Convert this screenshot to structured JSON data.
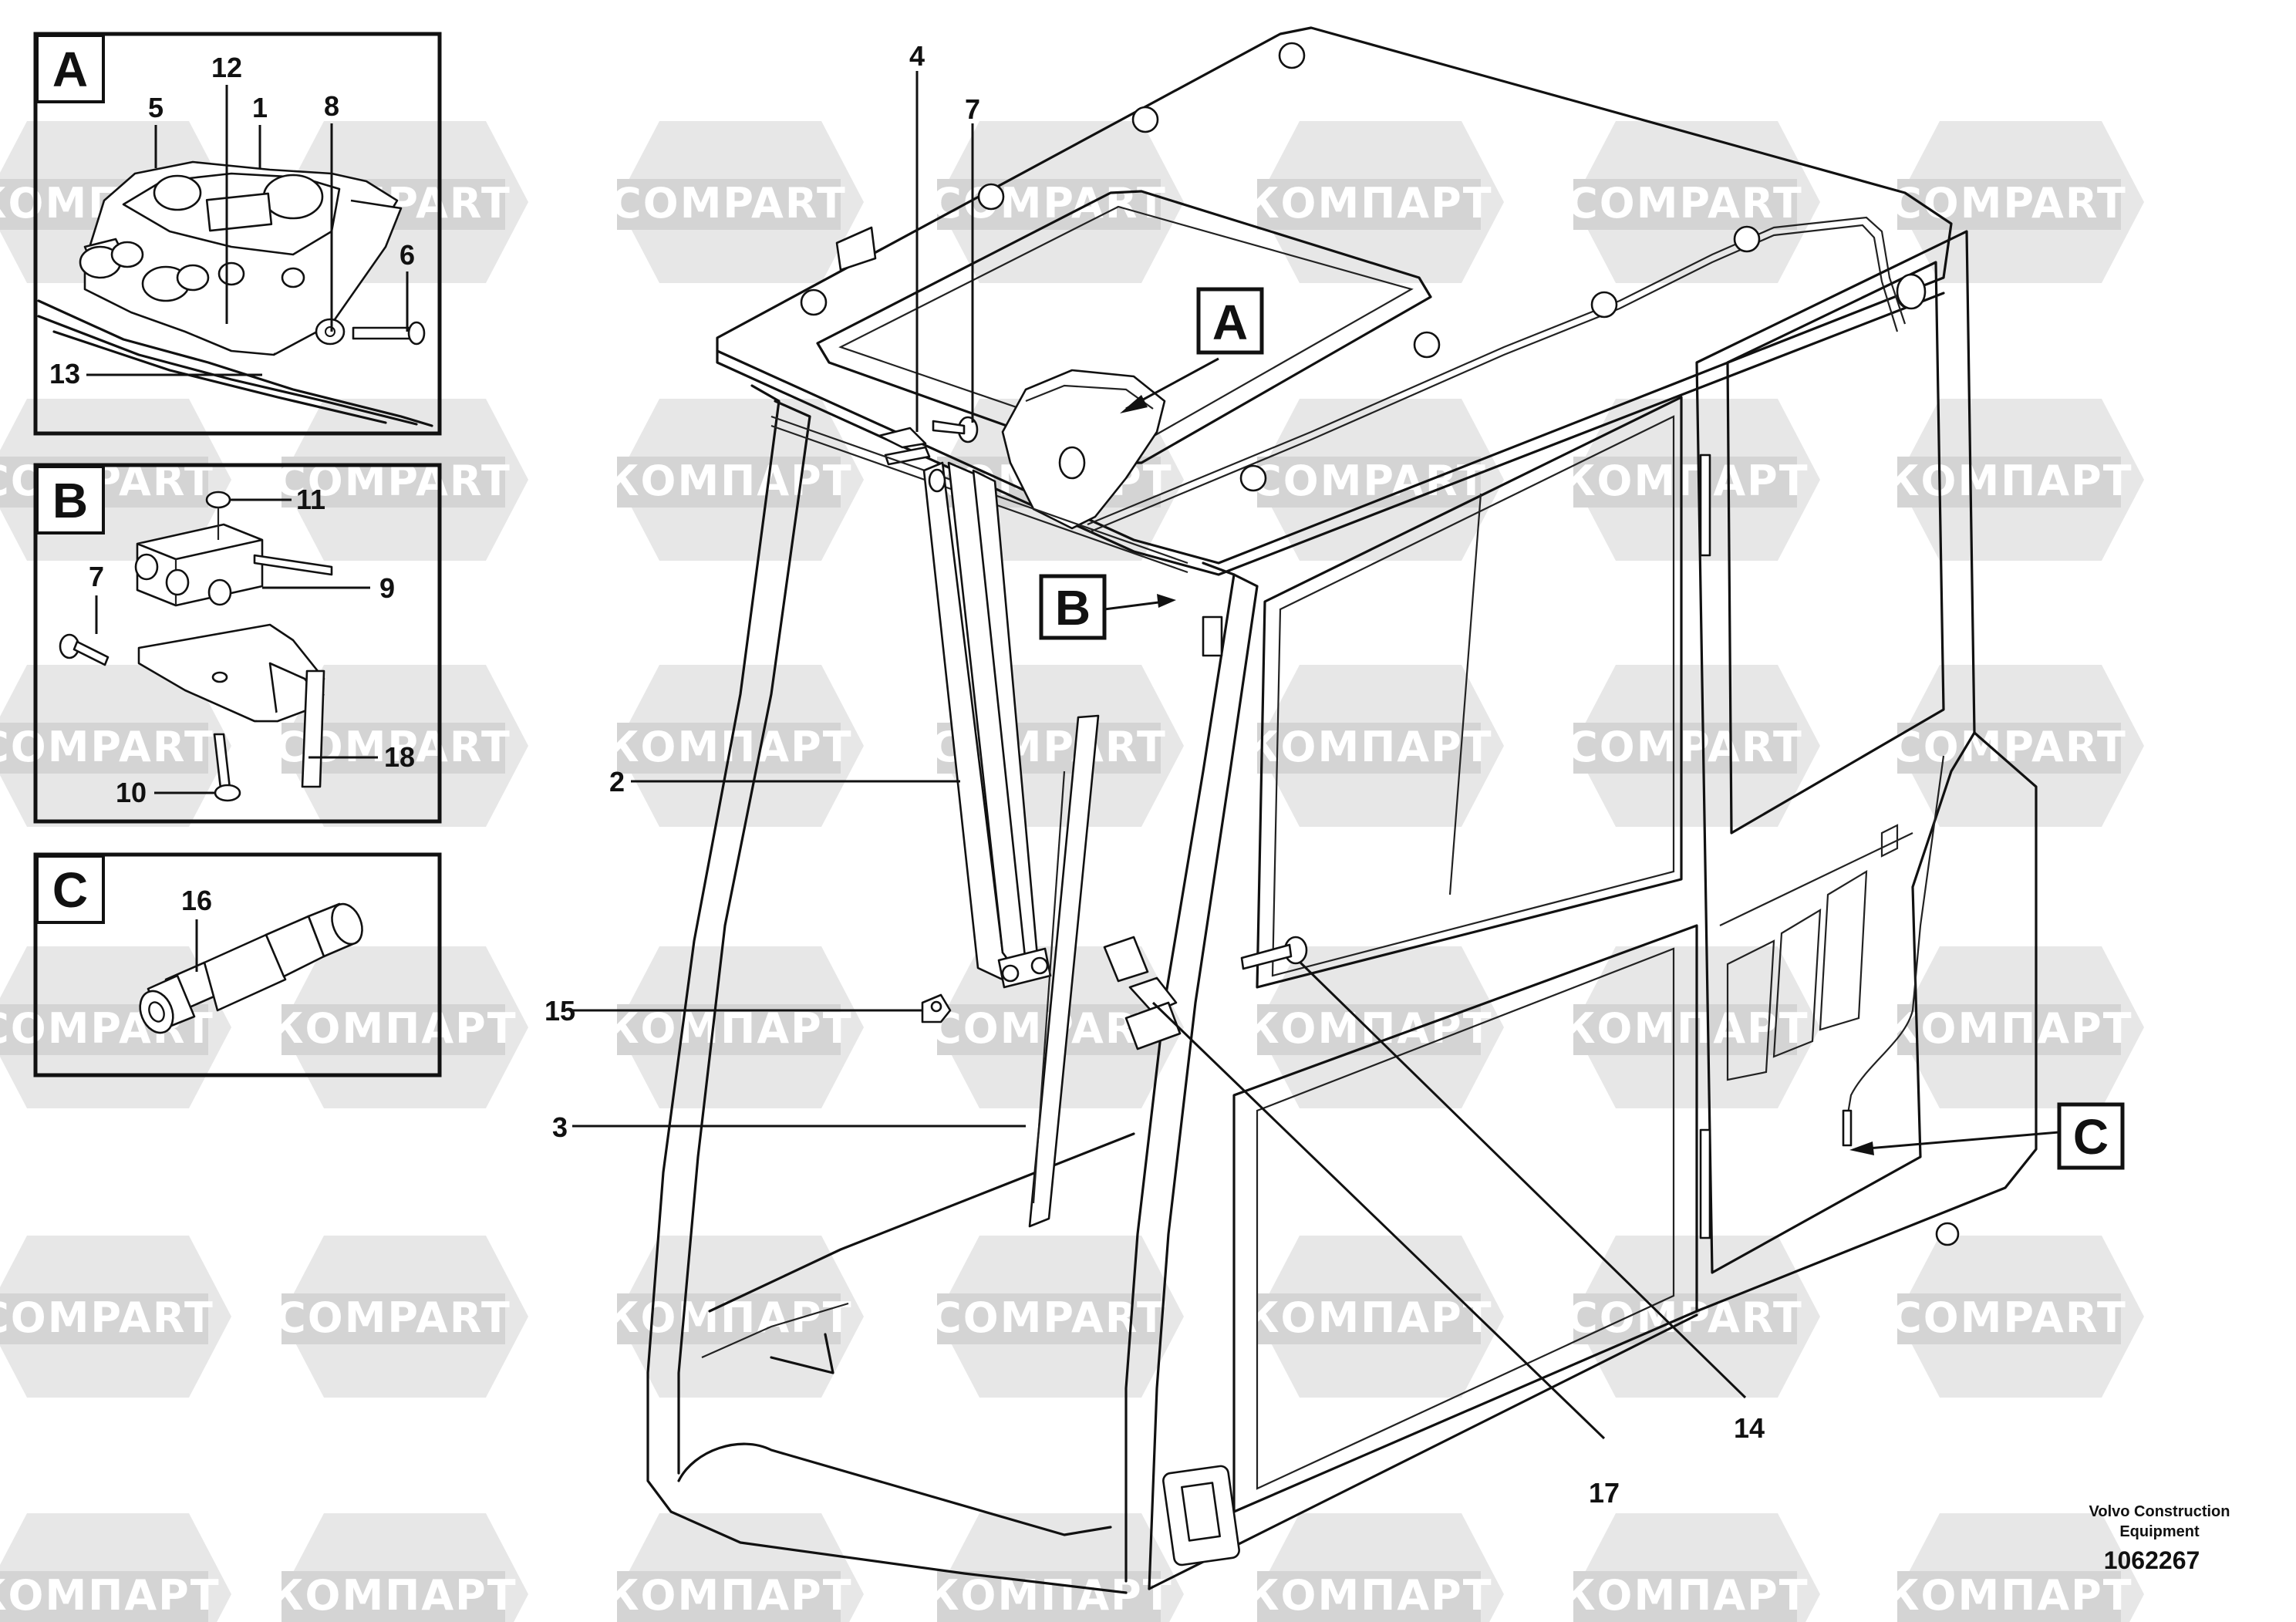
{
  "watermark": {
    "latin": "COMPART",
    "cyrillic": "КОМПАРТ",
    "color": "#d4d4d4"
  },
  "detail_boxes": [
    {
      "letter": "A",
      "labels": [
        "12",
        "1",
        "5",
        "8",
        "6",
        "13"
      ]
    },
    {
      "letter": "B",
      "labels": [
        "11",
        "9",
        "7",
        "18",
        "10"
      ]
    },
    {
      "letter": "C",
      "labels": [
        "16"
      ]
    }
  ],
  "main_callouts": {
    "top": [
      "4",
      "7"
    ],
    "left": [
      "2",
      "15",
      "3"
    ],
    "bottom": [
      "17",
      "14"
    ],
    "pointers": [
      "A",
      "B",
      "C"
    ]
  },
  "credit": {
    "line1": "Volvo Construction",
    "line2": "Equipment",
    "number": "1062267"
  }
}
